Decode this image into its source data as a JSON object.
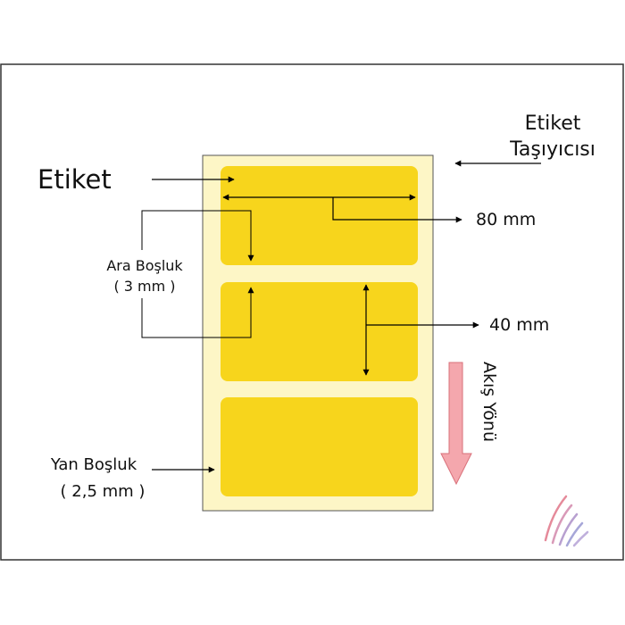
{
  "labels": {
    "etiket": "Etiket",
    "carrier_line1": "Etiket",
    "carrier_line2": "Taşıyıcısı",
    "width": "80 mm",
    "height": "40 mm",
    "gap_line1": "Ara Boşluk",
    "gap_line2": "( 3 mm )",
    "side_line1": "Yan Boşluk",
    "side_line2": "( 2,5 mm )",
    "flow_direction": "Akış Yönü"
  },
  "colors": {
    "carrier": "#fdf6c6",
    "label": "#f7d51c",
    "arrow": "#000000",
    "flow_arrow": "#f4a7ad",
    "flow_arrow_stroke": "#d9707a",
    "frame": "#333333"
  },
  "icons": {
    "logo": "logo-icon"
  }
}
